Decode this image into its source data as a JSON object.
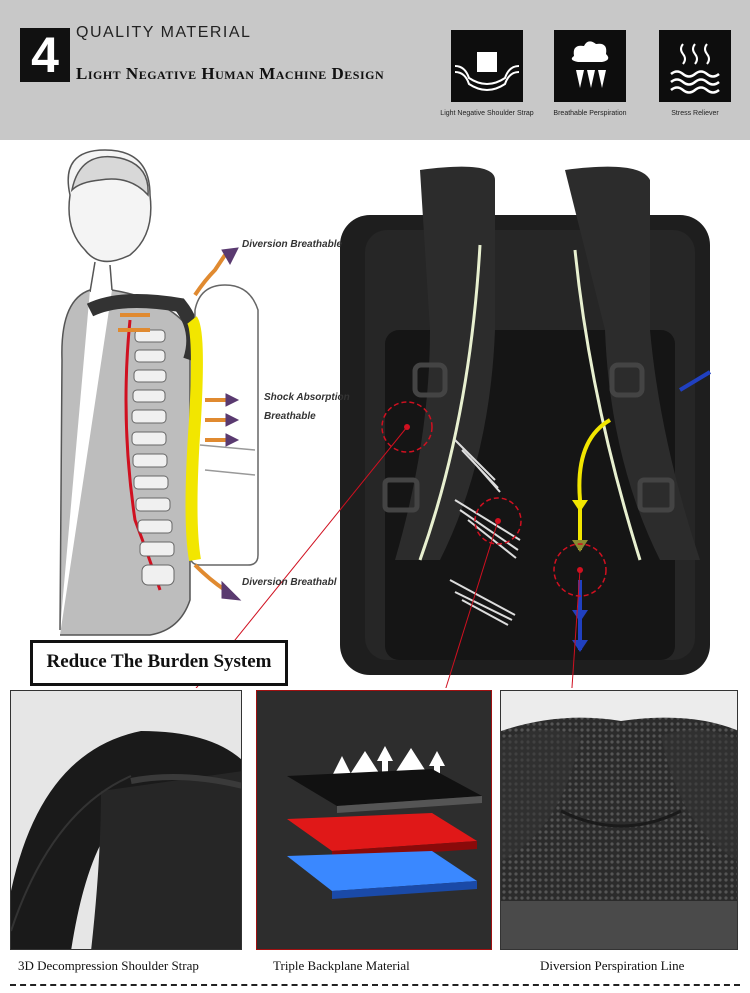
{
  "header": {
    "step_number": "4",
    "title": "QUALITY MATERIAL",
    "subtitle": "Light Negative Human Machine Design"
  },
  "features": [
    {
      "icon": "shoulder-strap-icon",
      "label": "Light Negative Shoulder Strap"
    },
    {
      "icon": "breathable-icon",
      "label": "Breathable Perspiration"
    },
    {
      "icon": "stress-reliever-icon",
      "label": "Stress Reliever"
    }
  ],
  "annotations": {
    "top": "Diversion Breathable",
    "middle_line1": "Shock Absorption",
    "middle_line2": "Breathable",
    "bottom": "Diversion Breathabl"
  },
  "burden_label": "Reduce The Burden System",
  "panels": [
    {
      "caption": "3D Decompression Shoulder Strap"
    },
    {
      "caption": "Triple Backplane Material"
    },
    {
      "caption": "Diversion Perspiration Line"
    }
  ],
  "colors": {
    "header_bg": "#c8c8c8",
    "accent_red": "#d01020",
    "accent_yellow": "#f2e600",
    "accent_blue": "#2040c0",
    "accent_orange": "#e08a30",
    "accent_purple": "#5a3a70"
  }
}
